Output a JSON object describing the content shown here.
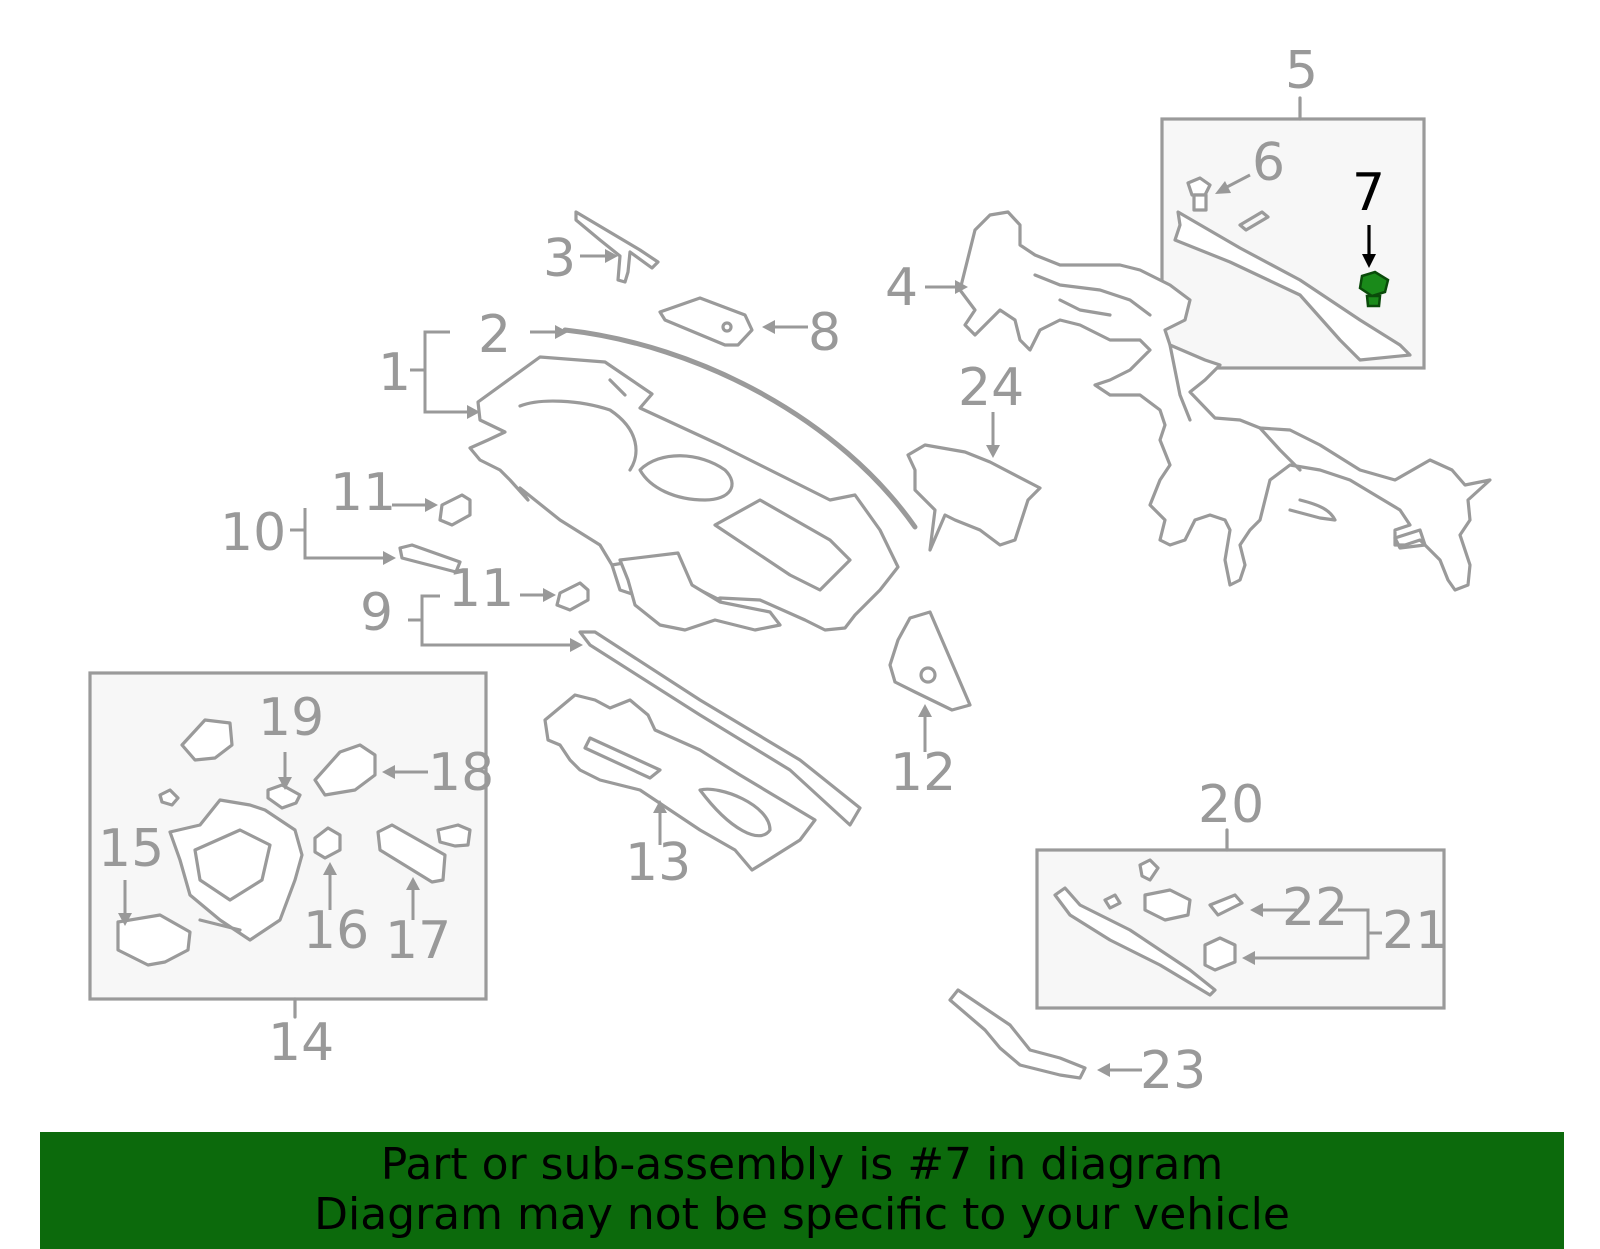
{
  "diagram": {
    "labels": [
      {
        "id": "1",
        "text": "1"
      },
      {
        "id": "2",
        "text": "2"
      },
      {
        "id": "3",
        "text": "3"
      },
      {
        "id": "4",
        "text": "4"
      },
      {
        "id": "5",
        "text": "5"
      },
      {
        "id": "6",
        "text": "6"
      },
      {
        "id": "7",
        "text": "7"
      },
      {
        "id": "8",
        "text": "8"
      },
      {
        "id": "9",
        "text": "9"
      },
      {
        "id": "10",
        "text": "10"
      },
      {
        "id": "11a",
        "text": "11"
      },
      {
        "id": "11b",
        "text": "11"
      },
      {
        "id": "12",
        "text": "12"
      },
      {
        "id": "13",
        "text": "13"
      },
      {
        "id": "14",
        "text": "14"
      },
      {
        "id": "15",
        "text": "15"
      },
      {
        "id": "16",
        "text": "16"
      },
      {
        "id": "17",
        "text": "17"
      },
      {
        "id": "18",
        "text": "18"
      },
      {
        "id": "19",
        "text": "19"
      },
      {
        "id": "20",
        "text": "20"
      },
      {
        "id": "21",
        "text": "21"
      },
      {
        "id": "22",
        "text": "22"
      },
      {
        "id": "23",
        "text": "23"
      },
      {
        "id": "24",
        "text": "24"
      }
    ],
    "highlighted_part": "7",
    "colors": {
      "line": "#9a9a9a",
      "label": "#999999",
      "highlight_label": "#000000",
      "highlight_part": "#1a8a1a",
      "banner_bg": "#0c6a0c"
    }
  },
  "banner": {
    "line1": "Part or sub-assembly is #7 in diagram",
    "line2": "Diagram may not be specific to your vehicle"
  }
}
